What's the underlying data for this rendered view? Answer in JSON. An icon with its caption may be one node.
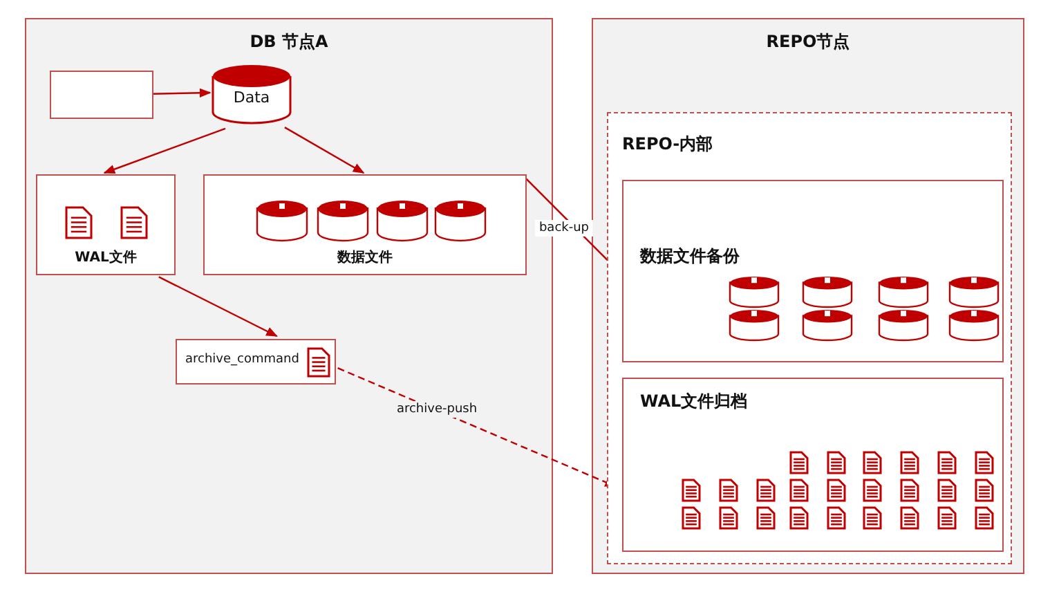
{
  "diagram": {
    "nodes": [
      {
        "text": [
          "DB 节点A"
        ]
      },
      {
        "text": [],
        "shape": "box",
        "in": 0
      },
      {
        "text": [
          "Data"
        ],
        "in": 0
      },
      {
        "text": [
          "WAL文件"
        ],
        "in": 0
      },
      {
        "text": [
          "数据文件"
        ],
        "in": 0
      },
      {
        "text": [
          "archive_command"
        ],
        "in": 0
      },
      {
        "text": [
          "REPO节点"
        ]
      },
      {
        "text": [
          "REPO-内部"
        ],
        "in": 6
      },
      {
        "text": [
          "数据文件备份"
        ],
        "in": 7
      },
      {
        "text": [
          "WAL文件归档"
        ],
        "in": 7
      }
    ],
    "edges": [
      {
        "from": 1,
        "to": 2,
        "arrow": "to"
      },
      {
        "from": 2,
        "to": 3,
        "arrow": "to"
      },
      {
        "from": 2,
        "to": 4,
        "arrow": "to"
      },
      {
        "from": 3,
        "to": 5,
        "arrow": "to"
      },
      {
        "from": 4,
        "to": 8,
        "arrow": "to",
        "label": "back-up"
      },
      {
        "from": 5,
        "to": 9,
        "arrow": "to",
        "label": "archive-push",
        "style": "dashed"
      }
    ]
  }
}
